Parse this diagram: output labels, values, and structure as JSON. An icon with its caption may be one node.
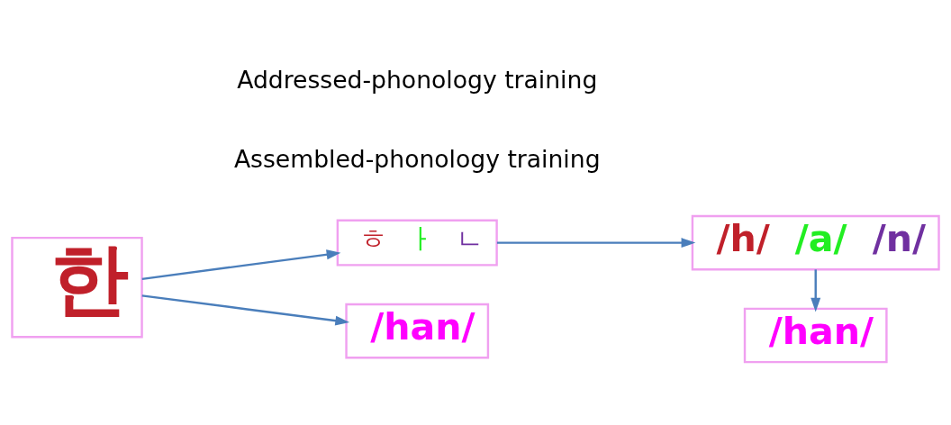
{
  "diagram": {
    "nodes": [
      {
        "text": [
          "한"
        ]
      },
      {
        "text": [
          "ㅎ ㅏ ㄴ"
        ]
      },
      {
        "text": [
          "/h/ /a/ /n/"
        ]
      },
      {
        "text": [
          "/han/"
        ]
      },
      {
        "text": [
          "/han/"
        ]
      }
    ],
    "edges": [
      {
        "from": 0,
        "to": 1,
        "arrow": "to"
      },
      {
        "from": 1,
        "to": 2,
        "arrow": "to"
      },
      {
        "from": 2,
        "to": 4,
        "arrow": "to"
      },
      {
        "from": 0,
        "to": 3,
        "arrow": "to"
      }
    ],
    "labels": [
      "Assembled-phonology training",
      "Addressed-phonology training"
    ]
  }
}
